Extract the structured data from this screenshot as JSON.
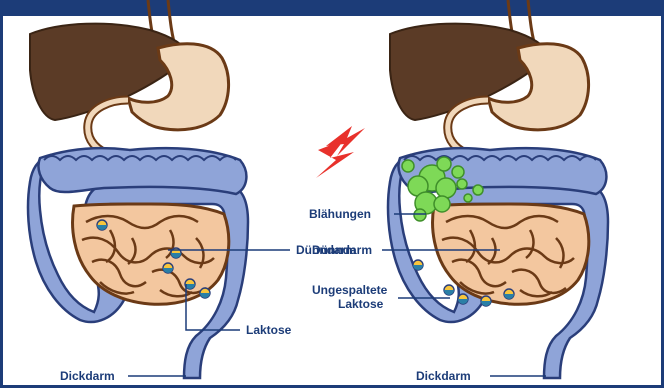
{
  "colors": {
    "frame": "#1c3c78",
    "label_text": "#1c3c78",
    "liver": "#5b3b26",
    "stomach": "#f1d8bb",
    "intestine_outline": "#6b3a16",
    "small_intestine": "#f3c79f",
    "large_intestine": "#8fa4d8",
    "gas_bubbles": "#7ed957",
    "lactose_yellow": "#f7c53c",
    "lactose_blue": "#2a7fa6",
    "lightning": "#e8312b"
  },
  "icons": [
    "lightning-bolt-icon",
    "lactose-particle-icon",
    "gas-bubble-icon"
  ],
  "left_panel": {
    "labels": {
      "duenndarm": "Dünndarm",
      "laktose": "Laktose",
      "dickdarm": "Dickdarm"
    }
  },
  "right_panel": {
    "labels": {
      "blaehungen": "Blähungen",
      "duenndarm": "Dünndarm",
      "ungespaltete_line1": "Ungespaltete",
      "ungespaltete_line2": "Laktose",
      "dickdarm": "Dickdarm"
    }
  }
}
